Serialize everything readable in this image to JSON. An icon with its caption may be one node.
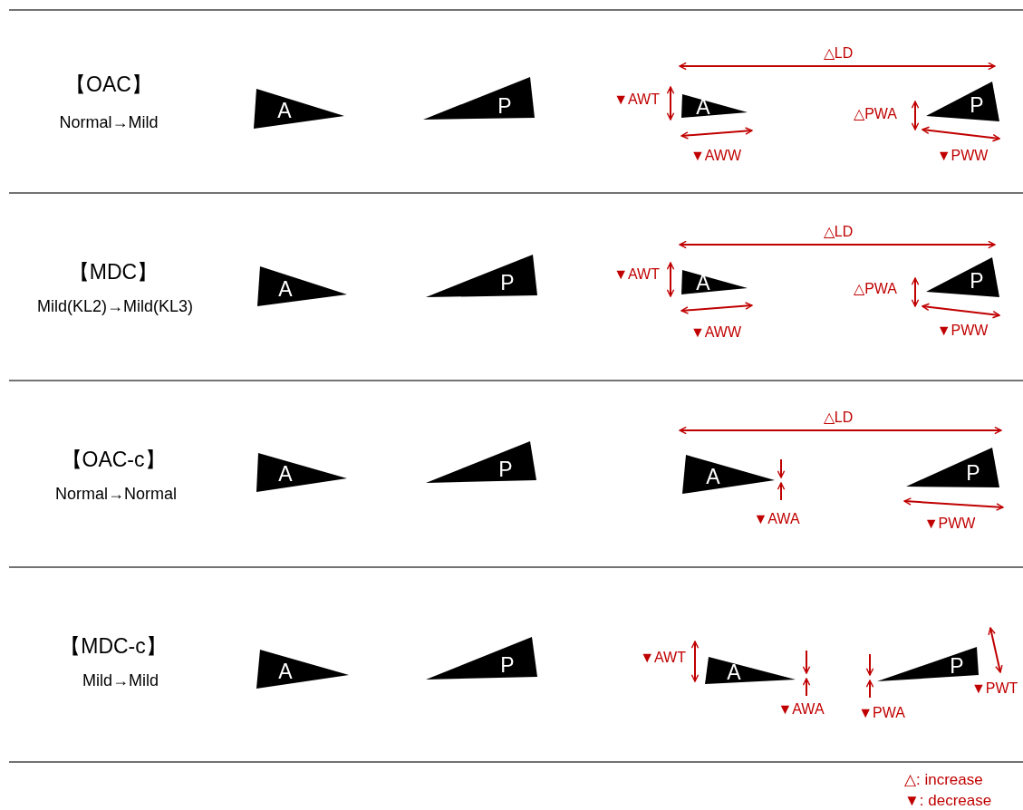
{
  "diagram": {
    "nodes": [
      {
        "text": [
          "A"
        ]
      },
      {
        "text": [
          "P"
        ]
      },
      {
        "text": [
          "A"
        ]
      },
      {
        "text": [
          "P"
        ]
      },
      {
        "text": [
          "A"
        ]
      },
      {
        "text": [
          "P"
        ]
      },
      {
        "text": [
          "A"
        ]
      },
      {
        "text": [
          "P"
        ]
      },
      {
        "text": [
          "A"
        ]
      },
      {
        "text": [
          "P"
        ]
      },
      {
        "text": [
          "A"
        ]
      },
      {
        "text": [
          "P"
        ]
      },
      {
        "text": [
          "A"
        ]
      },
      {
        "text": [
          "P"
        ]
      },
      {
        "text": [
          "A"
        ]
      },
      {
        "text": [
          "P"
        ]
      }
    ],
    "labels": [
      "【OAC】",
      "Normal→Mild",
      "△LD",
      "▼AWT",
      "△PWA",
      "▼AWW",
      "▼PWW",
      "【MDC】",
      "Mild(KL2)→Mild(KL3)",
      "△LD",
      "▼AWT",
      "△PWA",
      "▼AWW",
      "▼PWW",
      "【OAC-c】",
      "Normal→Normal",
      "△LD",
      "▼AWA",
      "▼PWW",
      "【MDC-c】",
      "Mild→Mild",
      "▼AWT",
      "▼AWA",
      "▼PWA",
      "▼PWT",
      "△: increase",
      "▼: decrease"
    ]
  }
}
